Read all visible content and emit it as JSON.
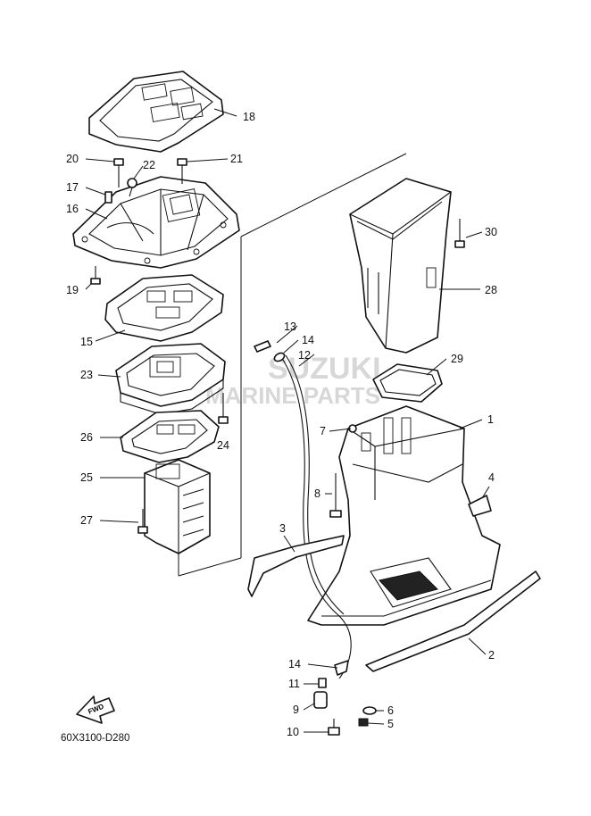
{
  "diagram_code": "60X3100-D280",
  "watermark": {
    "line1": "SUZUKI",
    "line2": "MARINE PARTS"
  },
  "fwd_label": "FWD",
  "callouts": [
    "1",
    "2",
    "3",
    "4",
    "5",
    "6",
    "7",
    "8",
    "9",
    "10",
    "11",
    "12",
    "13",
    "14",
    "15",
    "16",
    "17",
    "18",
    "19",
    "20",
    "21",
    "22",
    "23",
    "24",
    "25",
    "26",
    "27",
    "28",
    "29",
    "30"
  ],
  "labels": {
    "c1": "1",
    "c2": "2",
    "c3": "3",
    "c4": "4",
    "c5": "5",
    "c6": "6",
    "c7": "7",
    "c8": "8",
    "c9": "9",
    "c10": "10",
    "c11": "11",
    "c12": "12",
    "c13": "13",
    "c14a": "14",
    "c14b": "14",
    "c15": "15",
    "c16": "16",
    "c17": "17",
    "c18": "18",
    "c19": "19",
    "c20": "20",
    "c21": "21",
    "c22": "22",
    "c23": "23",
    "c24": "24",
    "c25": "25",
    "c26": "26",
    "c27": "27",
    "c28": "28",
    "c29": "29",
    "c30": "30"
  }
}
